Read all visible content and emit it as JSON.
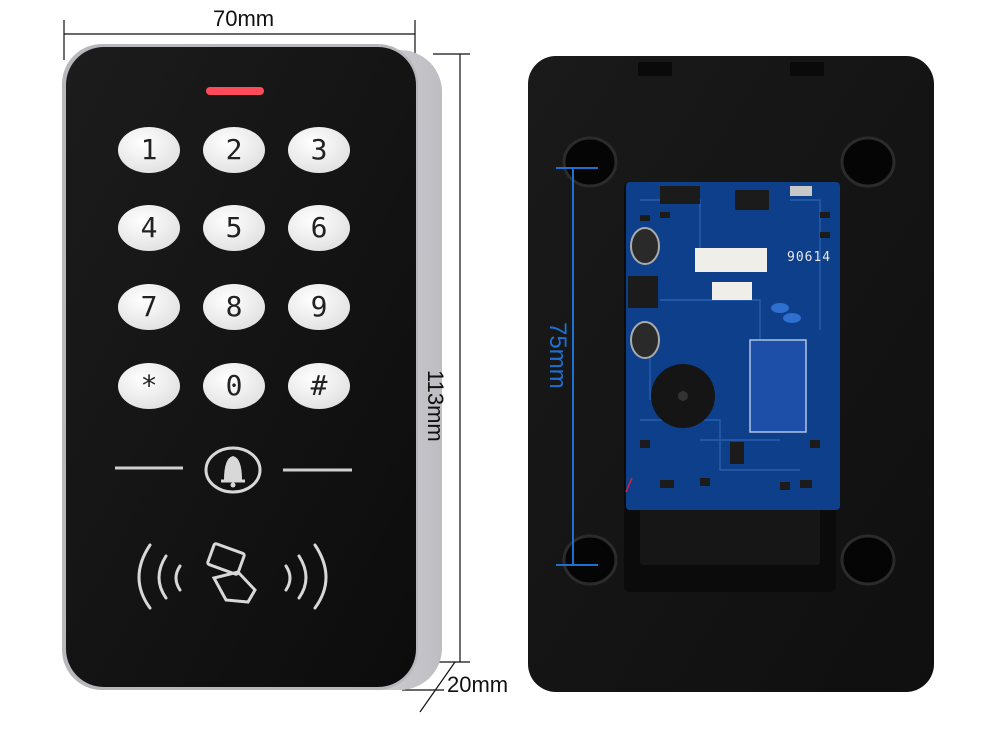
{
  "dimensions": {
    "width_label": "70mm",
    "height_label": "113mm",
    "depth_label": "20mm",
    "hole_spacing_label": "75mm"
  },
  "keypad": {
    "keys": [
      "1",
      "2",
      "3",
      "4",
      "5",
      "6",
      "7",
      "8",
      "9",
      "*",
      "0",
      "#"
    ]
  },
  "board": {
    "serial_label": "90614"
  },
  "colors": {
    "device_body": "#141414",
    "frame": "#d9d9dd",
    "key_fill": "#f2f2f2",
    "led": "#ff4a5a",
    "pcb": "#0d3f8a",
    "dimension_line_blue": "#1f6fd1"
  }
}
